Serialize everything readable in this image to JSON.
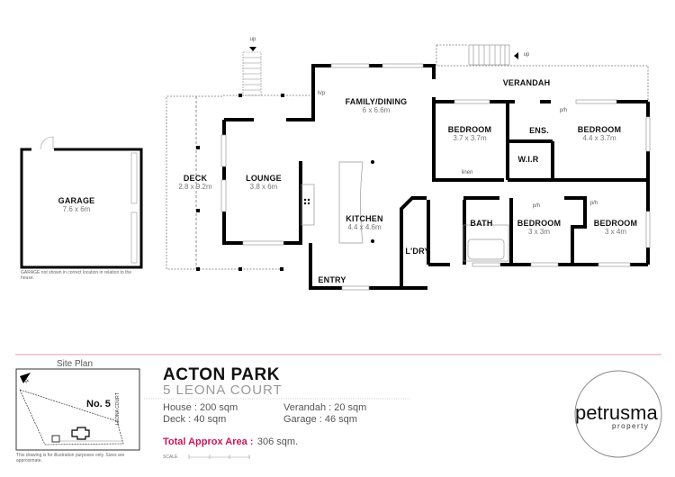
{
  "plan": {
    "rooms": {
      "garage": {
        "name": "GARAGE",
        "dims": "7.6 x 6m"
      },
      "deck": {
        "name": "DECK",
        "dims": "2.8 x 9.2m"
      },
      "lounge": {
        "name": "LOUNGE",
        "dims": "3.8 x 6m"
      },
      "family": {
        "name": "FAMILY/DINING",
        "dims": "6 x 6.6m"
      },
      "kitchen": {
        "name": "KITCHEN",
        "dims": "4.4 x 4.6m"
      },
      "entry": {
        "name": "ENTRY"
      },
      "laundry": {
        "name": "L'DRY"
      },
      "verandah": {
        "name": "VERANDAH"
      },
      "bed1": {
        "name": "BEDROOM",
        "dims": "3.7 x 3.7m"
      },
      "ens": {
        "name": "ENS."
      },
      "wir": {
        "name": "W.I.R"
      },
      "bed2": {
        "name": "BEDROOM",
        "dims": "4.4 x 3.7m"
      },
      "bath": {
        "name": "BATH"
      },
      "bed3": {
        "name": "BEDROOM",
        "dims": "3 x 3m"
      },
      "bed4": {
        "name": "BEDROOM",
        "dims": "3 x 4m"
      }
    },
    "small_labels": {
      "up1": "up",
      "up2": "up",
      "hp": "h/p",
      "linen": "linen",
      "ph1": "p/h",
      "ph2": "p/h",
      "ph3": "p/h"
    },
    "garage_note": "GARAGE not shown in correct location in relation to the house."
  },
  "site_plan": {
    "title": "Site Plan",
    "lot": "No. 5",
    "street": "LEONA COURT",
    "north": "N",
    "disclaimer": "This drawing is for illustration purposes only. Sizes are approximate."
  },
  "info": {
    "title": "ACTON PARK",
    "address": "5 LEONA COURT",
    "house": "House : 200 sqm",
    "deck": "Deck : 40 sqm",
    "verandah": "Verandah : 20 sqm",
    "garage": "Garage : 46 sqm",
    "total_label": "Total Approx Area :",
    "total_value": "306 sqm.",
    "scale": "SCALE",
    "accent_color": "#c8185a"
  },
  "logo": {
    "name": "petrusma",
    "tagline": "property"
  }
}
